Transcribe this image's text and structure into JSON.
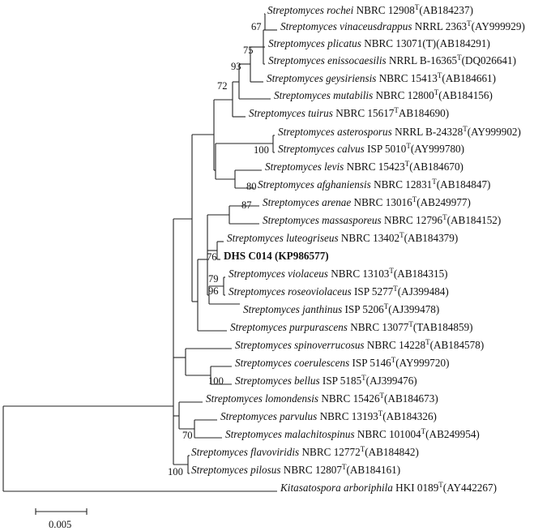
{
  "tree": {
    "taxa": [
      {
        "genus": "Streptomyces",
        "species": "rochei",
        "strain": "NBRC 12908",
        "type": "T",
        "accession": "(AB184237)"
      },
      {
        "genus": "Streptomyces",
        "species": "vinaceusdrappus",
        "strain": "NRRL 2363",
        "type": "T",
        "accession": "(AY999929)"
      },
      {
        "genus": "Streptomyces",
        "species": "plicatus",
        "strain": "NBRC 13071(T)",
        "type": "",
        "accession": "(AB184291)"
      },
      {
        "genus": "Streptomyces",
        "species": "enissocaesilis",
        "strain": "NRRL B-16365",
        "type": "T",
        "accession": "(DQ026641)"
      },
      {
        "genus": "Streptomyces",
        "species": "geysiriensis",
        "strain": "NBRC 15413",
        "type": "T",
        "accession": "(AB184661)"
      },
      {
        "genus": "Streptomyces",
        "species": "mutabilis",
        "strain": "NBRC 12800",
        "type": "T",
        "accession": "(AB184156)"
      },
      {
        "genus": "Streptomyces",
        "species": "tuirus",
        "strain": "NBRC 15617",
        "type": "T",
        "accession": "AB184690)"
      },
      {
        "genus": "Streptomyces",
        "species": "asterosporus",
        "strain": "NRRL B-24328",
        "type": "T",
        "accession": "(AY999902)"
      },
      {
        "genus": "Streptomyces",
        "species": "calvus",
        "strain": "ISP 5010",
        "type": "T",
        "accession": "(AY999780)"
      },
      {
        "genus": "Streptomyces",
        "species": "levis",
        "strain": "NBRC 15423",
        "type": "T",
        "accession": "(AB184670)"
      },
      {
        "genus": "Streptomyces",
        "species": "afghaniensis",
        "strain": "NBRC 12831",
        "type": "T",
        "accession": "(AB184847)"
      },
      {
        "genus": "Streptomyces",
        "species": "arenae",
        "strain": "NBRC 13016",
        "type": "T",
        "accession": "(AB249977)"
      },
      {
        "genus": "Streptomyces",
        "species": "massasporeus",
        "strain": "NBRC 12796",
        "type": "T",
        "accession": "(AB184152)"
      },
      {
        "genus": "Streptomyces",
        "species": "luteogriseus",
        "strain": "NBRC 13402",
        "type": "T",
        "accession": "(AB184379)"
      },
      {
        "bold": "DHS C014 (KP986577)"
      },
      {
        "genus": "Streptomyces",
        "species": "violaceus",
        "strain": "NBRC 13103",
        "type": "T",
        "accession": "(AB184315)"
      },
      {
        "genus": "Streptomyces",
        "species": "roseoviolaceus",
        "strain": "ISP 5277",
        "type": "T",
        "accession": "(AJ399484)"
      },
      {
        "genus": "Streptomyces",
        "species": "janthinus",
        "strain": "ISP 5206",
        "type": "T",
        "accession": "(AJ399478)"
      },
      {
        "genus": "Streptomyces",
        "species": "purpurascens",
        "strain": "NBRC 13077",
        "type": "T",
        "accession": "(TAB184859)"
      },
      {
        "genus": "Streptomyces",
        "species": "spinoverrucosus",
        "strain": "NBRC 14228",
        "type": "T",
        "accession": "(AB184578)"
      },
      {
        "genus": "Streptomyces",
        "species": "coerulescens",
        "strain": "ISP 5146",
        "type": "T",
        "accession": "(AY999720)"
      },
      {
        "genus": "Streptomyces",
        "species": "bellus",
        "strain": "ISP 5185",
        "type": "T",
        "accession": "(AJ399476)"
      },
      {
        "genus": "Streptomyces",
        "species": "lomondensis",
        "strain": "NBRC 15426",
        "type": "T",
        "accession": "(AB184673)"
      },
      {
        "genus": "Streptomyces",
        "species": "parvulus",
        "strain": "NBRC 13193",
        "type": "T",
        "accession": "(AB184326)"
      },
      {
        "genus": "Streptomyces",
        "species": "malachitospinus",
        "strain": "NBRC 101004",
        "type": "T",
        "accession": "(AB249954)"
      },
      {
        "genus": "Streptomyces",
        "species": "flavoviridis",
        "strain": "NBRC 12772",
        "type": "T",
        "accession": "(AB184842)"
      },
      {
        "genus": "Streptomyces",
        "species": "pilosus",
        "strain": "NBRC 12807",
        "type": "T",
        "accession": "(AB184161)"
      },
      {
        "genus": "Kitasatospora",
        "species": "arboriphila",
        "strain": "HKI 0189",
        "type": "T",
        "accession": "(AY442267)"
      }
    ],
    "bootstrap": [
      "67",
      "75",
      "93",
      "72",
      "100",
      "80",
      "87",
      "76",
      "79",
      "96",
      "100",
      "70",
      "100"
    ],
    "scale_bar": {
      "label": "0.005"
    }
  }
}
